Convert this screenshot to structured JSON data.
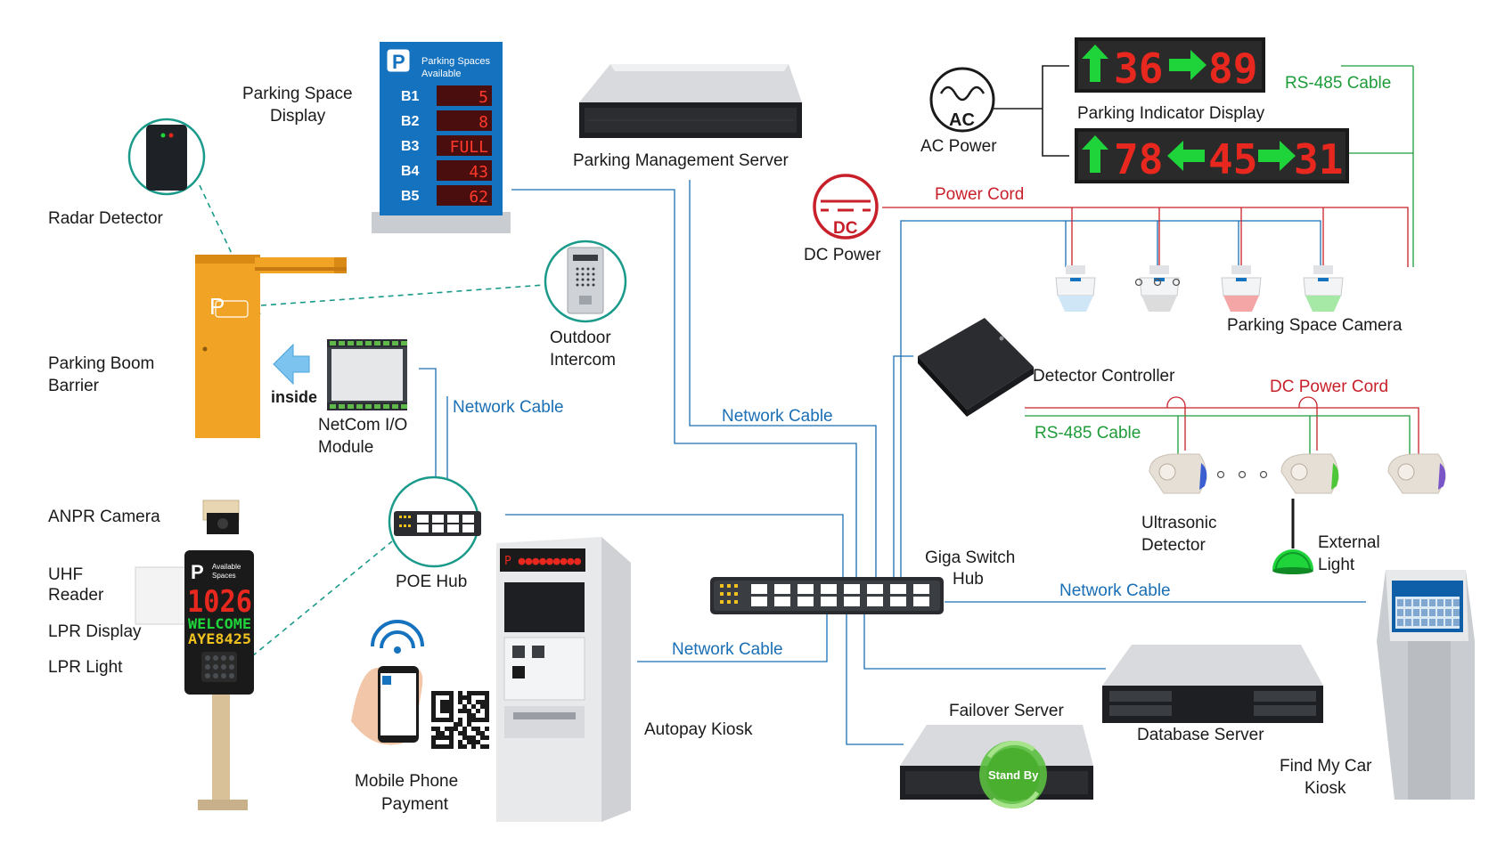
{
  "labels": {
    "parking_space_display": [
      "Parking Space",
      "Display"
    ],
    "parking_management_server": "Parking Management Server",
    "ac_power": "AC Power",
    "ac_symbol": "AC",
    "dc_symbol": "DC",
    "parking_indicator_display": "Parking Indicator Display",
    "rs485_cable_top": "RS-485 Cable",
    "dc_power": "DC Power",
    "power_cord": "Power Cord",
    "radar_detector": "Radar Detector",
    "parking_boom_barrier": [
      "Parking Boom",
      "Barrier"
    ],
    "inside": "inside",
    "netcom_io_module": [
      "NetCom I/O",
      "Module"
    ],
    "outdoor_intercom": [
      "Outdoor",
      "Intercom"
    ],
    "network_cable_1": "Network Cable",
    "network_cable_2": "Network Cable",
    "network_cable_3": "Network Cable",
    "network_cable_4": "Network Cable",
    "parking_space_camera": "Parking Space Camera",
    "detector_controller": "Detector Controller",
    "dc_power_cord": "DC Power Cord",
    "rs485_cable_mid": "RS-485 Cable",
    "ultrasonic_detector": [
      "Ultrasonic",
      "Detector"
    ],
    "external_light": [
      "External",
      "Light"
    ],
    "anpr_camera": "ANPR Camera",
    "uhf_reader": [
      "UHF",
      "Reader"
    ],
    "lpr_display": "LPR Display",
    "lpr_light": "LPR Light",
    "poe_hub": "POE Hub",
    "giga_switch_hub": [
      "Giga Switch",
      "Hub"
    ],
    "mobile_phone_payment": [
      "Mobile Phone",
      "Payment"
    ],
    "autopay_kiosk": "Autopay Kiosk",
    "failover_server": "Failover Server",
    "database_server": "Database Server",
    "find_my_car_kiosk": [
      "Find My Car",
      "Kiosk"
    ],
    "stand_by": "Stand By"
  },
  "space_display": {
    "header": [
      "Parking Spaces",
      "Available"
    ],
    "p_letter": "P",
    "rows": [
      {
        "level": "B1",
        "value": "5"
      },
      {
        "level": "B2",
        "value": "8"
      },
      {
        "level": "B3",
        "value": "FULL"
      },
      {
        "level": "B4",
        "value": "43"
      },
      {
        "level": "B5",
        "value": "62"
      }
    ]
  },
  "indicator_display_1": {
    "seg1": "36",
    "seg2": "89"
  },
  "indicator_display_2": {
    "seg1": "78",
    "seg2": "45",
    "seg3": "31"
  },
  "lpr_display": {
    "p_letter": "P",
    "header": [
      "Available",
      "Spaces"
    ],
    "count": "1026",
    "welcome": "WELCOME",
    "plate": "AYE8425"
  },
  "colors": {
    "network": "#1a6fb5",
    "power": "#c8202a",
    "rs485": "#1e9c3a",
    "dashed": "#1a9a8a",
    "led_red": "#e8281e",
    "led_green": "#1ed43a"
  }
}
